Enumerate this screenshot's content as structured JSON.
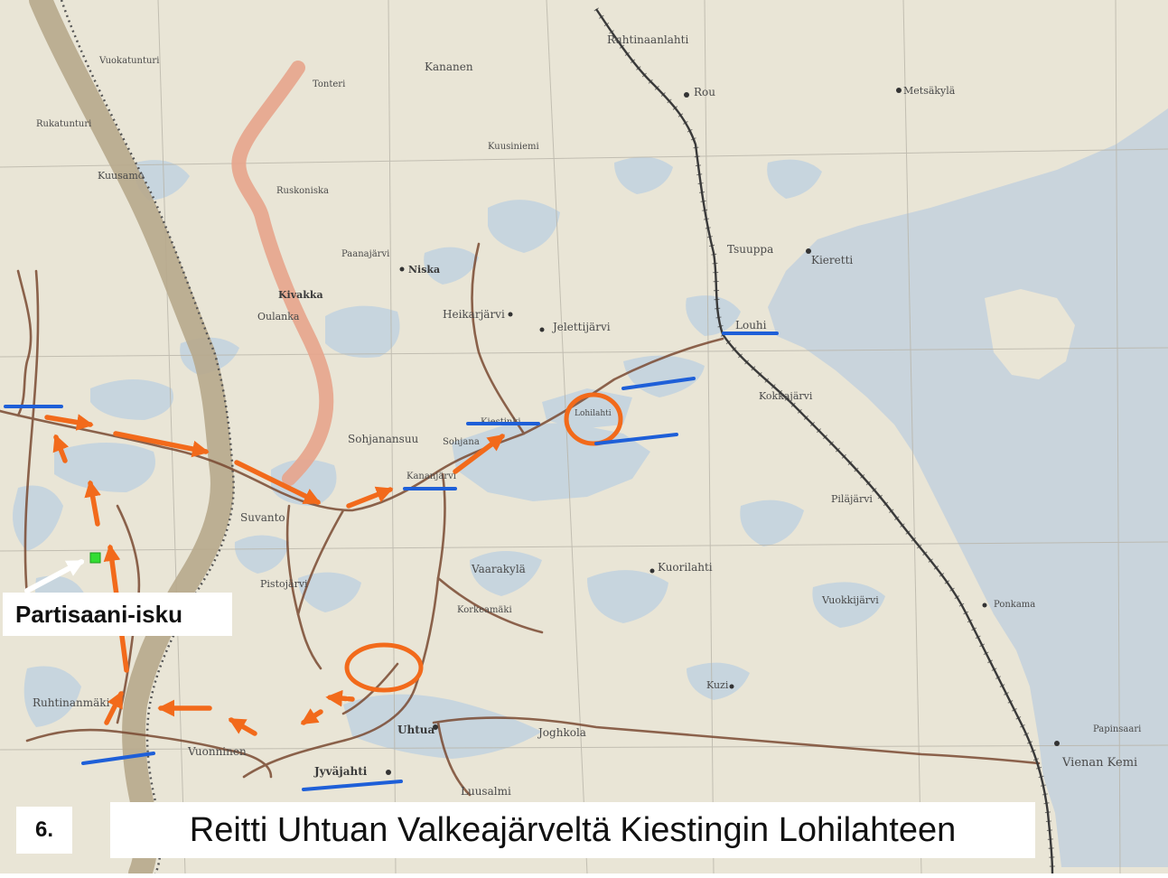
{
  "slide": {
    "number": "6.",
    "title": "Reitti Uhtuan Valkeajärveltä Kiestingin Lohilahteen"
  },
  "annotation": {
    "partisan_strike": "Partisaani-isku"
  },
  "places": [
    {
      "id": "ruhtinaanlahti",
      "label": "Ruhtinaanlahti"
    },
    {
      "id": "kananen",
      "label": "Kananen"
    },
    {
      "id": "rou",
      "label": "Rou"
    },
    {
      "id": "metsakyla",
      "label": "Metsäkylä"
    },
    {
      "id": "vuokatunturi",
      "label": "Vuokatunturi"
    },
    {
      "id": "kuusamo",
      "label": "Kuusamo"
    },
    {
      "id": "rukatunturi",
      "label": "Rukatunturi"
    },
    {
      "id": "ruskoniska",
      "label": "Ruskoniska"
    },
    {
      "id": "tonteri",
      "label": "Tonteri"
    },
    {
      "id": "kuusiniemi",
      "label": "Kuusiniemi"
    },
    {
      "id": "paanajarvi",
      "label": "Paanajärvi"
    },
    {
      "id": "niska",
      "label": "Niska"
    },
    {
      "id": "kivakka",
      "label": "Kivakka"
    },
    {
      "id": "oulanka",
      "label": "Oulanka"
    },
    {
      "id": "heikarjarvi",
      "label": "Heikarjärvi"
    },
    {
      "id": "jelettijarvi",
      "label": "Jelettijärvi"
    },
    {
      "id": "tsuuppa",
      "label": "Tsuuppa"
    },
    {
      "id": "kieretti",
      "label": "Kieretti"
    },
    {
      "id": "louhi",
      "label": "Louhi"
    },
    {
      "id": "sohjanansuu",
      "label": "Sohjanansuu"
    },
    {
      "id": "sohjana",
      "label": "Sohjana"
    },
    {
      "id": "kiestinki",
      "label": "Kiestinki"
    },
    {
      "id": "lohilahti",
      "label": "Lohilahti"
    },
    {
      "id": "kakkajarvi",
      "label": "Kokkajärvi"
    },
    {
      "id": "suvanto",
      "label": "Suvanto"
    },
    {
      "id": "kananjarvi",
      "label": "Kananjärvi"
    },
    {
      "id": "vaarakyla",
      "label": "Vaarakylä"
    },
    {
      "id": "pistojarvi",
      "label": "Pistojärvi"
    },
    {
      "id": "kuorilahti",
      "label": "Kuorilahti"
    },
    {
      "id": "pilajarvi",
      "label": "Piläjärvi"
    },
    {
      "id": "ruhtinanmaki",
      "label": "Ruhtinanmäki"
    },
    {
      "id": "korkeamaki",
      "label": "Korkeamäki"
    },
    {
      "id": "vuonninen",
      "label": "Vuonninen"
    },
    {
      "id": "uhtua",
      "label": "Uhtua"
    },
    {
      "id": "jyvajahti",
      "label": "Jyväjahti"
    },
    {
      "id": "luusalmi",
      "label": "Luusalmi"
    },
    {
      "id": "joghkola",
      "label": "Joghkola"
    },
    {
      "id": "kuzi",
      "label": "Kuzi"
    },
    {
      "id": "vienan_kemi",
      "label": "Vienan Kemi"
    },
    {
      "id": "papinsaari",
      "label": "Papinsaari"
    },
    {
      "id": "vuokkijarvi",
      "label": "Vuokkijärvi"
    },
    {
      "id": "ponkama",
      "label": "Ponkama"
    }
  ],
  "colors": {
    "land": "#e9e5d6",
    "water": "#c7d5de",
    "sea": "#c9d4dc",
    "route_arrow": "#f26a1b",
    "front_line": "#1e5fd8",
    "target_circle": "#f26a1b",
    "partisan_marker": "#33dd33",
    "border_band": "#b7a98c",
    "red_band": "#e7a48c",
    "road": "#7a4a32",
    "railway": "#3a3a3a"
  }
}
